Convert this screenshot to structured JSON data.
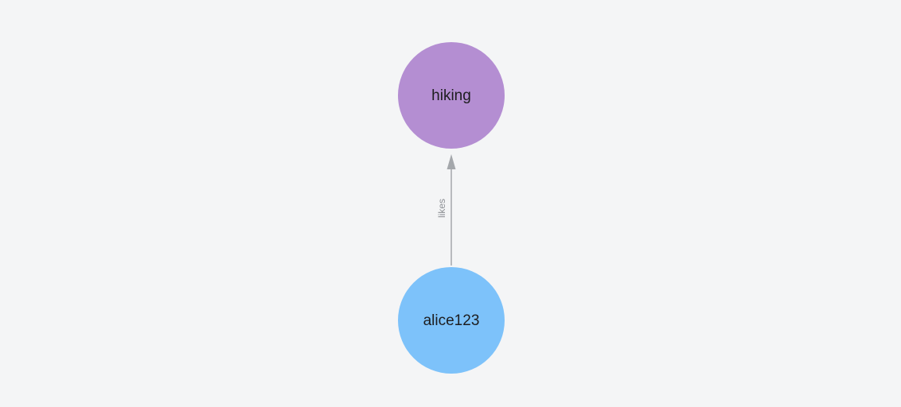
{
  "canvas": {
    "background": "#f4f5f6"
  },
  "graph": {
    "nodes": [
      {
        "id": "hiking",
        "label": "hiking",
        "color": "#b48ed2",
        "text_color": "#1d1d1f"
      },
      {
        "id": "alice123",
        "label": "alice123",
        "color": "#7dc2fa",
        "text_color": "#1d1d1f"
      }
    ],
    "edges": [
      {
        "label": "likes",
        "from": "alice123",
        "to": "hiking",
        "color": "#a4a7ab",
        "label_color": "#8d9095"
      }
    ]
  }
}
